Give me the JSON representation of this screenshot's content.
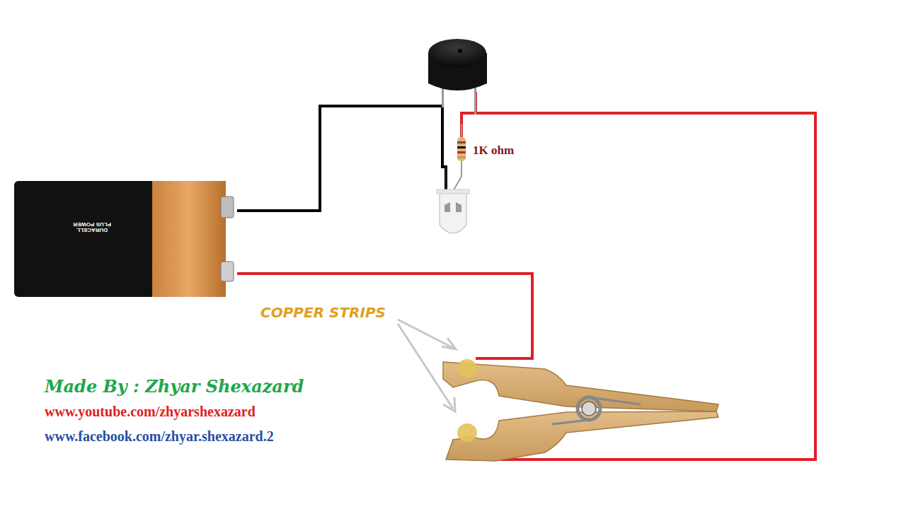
{
  "diagram": {
    "labels": [
      "1K ohm",
      "COPPER STRIPS",
      "Made By : Zhyar Shexazard",
      "www.youtube.com/zhyarshexazard",
      "www.facebook.com/zhyar.shexazard.2",
      "DURACELL",
      "PLUS POWER"
    ]
  }
}
